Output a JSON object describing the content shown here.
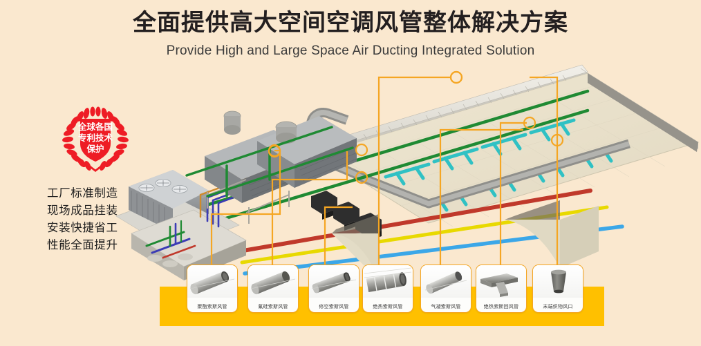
{
  "header": {
    "title_cn": "全面提供高大空间空调风管整体解决方案",
    "title_en": "Provide High and Large Space Air Ducting Integrated Solution"
  },
  "seal": {
    "name": "global-patent-protection-seal",
    "line1": "全球各国",
    "line2": "专利技术",
    "line3": "保护",
    "color": "#ee1c25"
  },
  "features": [
    {
      "text": "工厂标准制造"
    },
    {
      "text": "现场成品挂装"
    },
    {
      "text": "安装快捷省工"
    },
    {
      "text": "性能全面提升"
    }
  ],
  "colors": {
    "background": "#fae8cf",
    "band": "#ffc000",
    "callout": "#f5a623",
    "title": "#231f20",
    "pipe_red": "#c0392b",
    "pipe_yellow": "#e8d900",
    "pipe_blue": "#3ba7e8",
    "pipe_teal": "#2fc1c4",
    "pipe_green": "#1f8a33",
    "duct_gray": "#9a9a97",
    "floor": "#e8e0cb"
  },
  "products": [
    {
      "id": 1,
      "label": "聚酯索斯风管",
      "icon": "round-duct-icon"
    },
    {
      "id": 2,
      "label": "氟硅索斯风管",
      "icon": "round-duct-icon"
    },
    {
      "id": 3,
      "label": "修空索斯风管",
      "icon": "oval-duct-icon"
    },
    {
      "id": 4,
      "label": "绝热索斯风管",
      "icon": "insulated-duct-icon"
    },
    {
      "id": 5,
      "label": "气凝索斯风管",
      "icon": "round-duct-icon"
    },
    {
      "id": 6,
      "label": "绝热索斯回风管",
      "icon": "tee-duct-icon"
    },
    {
      "id": 7,
      "label": "末端织物风口",
      "icon": "fabric-outlet-icon"
    }
  ]
}
